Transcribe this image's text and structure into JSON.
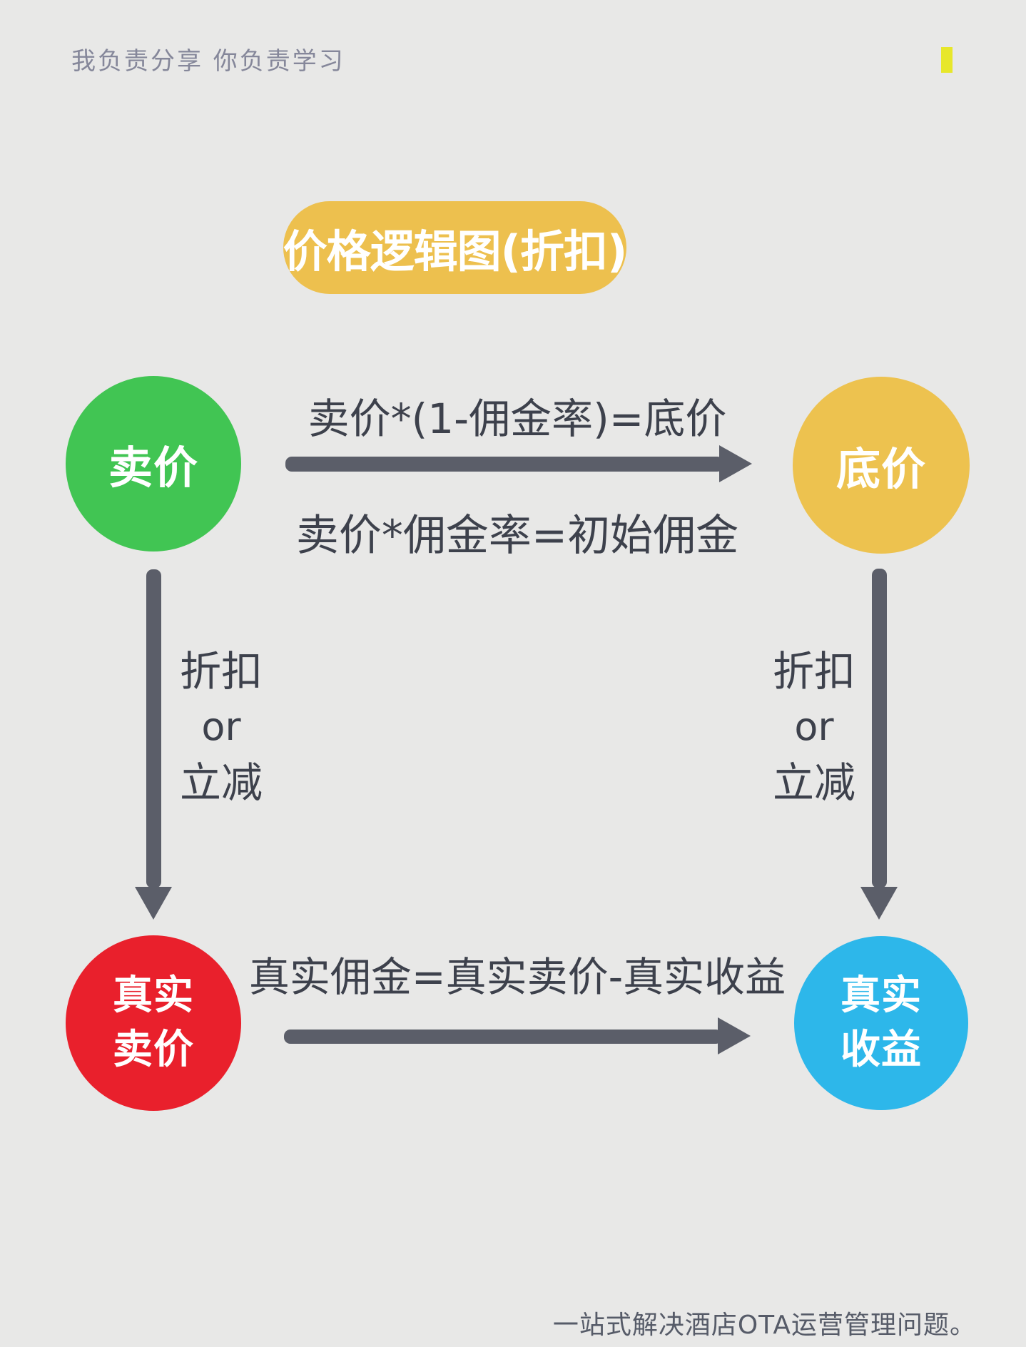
{
  "header": {
    "tagline": "我负责分享 你负责学习"
  },
  "title": {
    "text": "价格逻辑图(折扣)"
  },
  "footer": {
    "caption": "一站式解决酒店OTA运营管理问题。"
  },
  "colors": {
    "background": "#e8e8e7",
    "tagline_text": "#85879a",
    "corner_marker": "#e7e72b",
    "title_pill_bg": "#edc04e",
    "title_text": "#ffffff",
    "node_sell_price": "#41c553",
    "node_base_price": "#edc24f",
    "node_real_sell_price": "#e9202c",
    "node_real_revenue": "#2db7ea",
    "arrow": "#5b5e69",
    "formula_text": "#3d414c",
    "caption_text": "#565b68"
  },
  "diagram": {
    "nodes": {
      "sell_price": {
        "label": "卖价"
      },
      "base_price": {
        "label": "底价"
      },
      "real_sell_price": {
        "line1": "真实",
        "line2": "卖价"
      },
      "real_revenue": {
        "line1": "真实",
        "line2": "收益"
      }
    },
    "formulas": {
      "sell_to_base": "卖价*(1-佣金率)=底价",
      "initial_commission": "卖价*佣金率=初始佣金",
      "real_commission": "真实佣金=真实卖价-真实收益"
    },
    "side_labels": {
      "line1": "折扣",
      "line2": "or",
      "line3": "立减"
    }
  }
}
